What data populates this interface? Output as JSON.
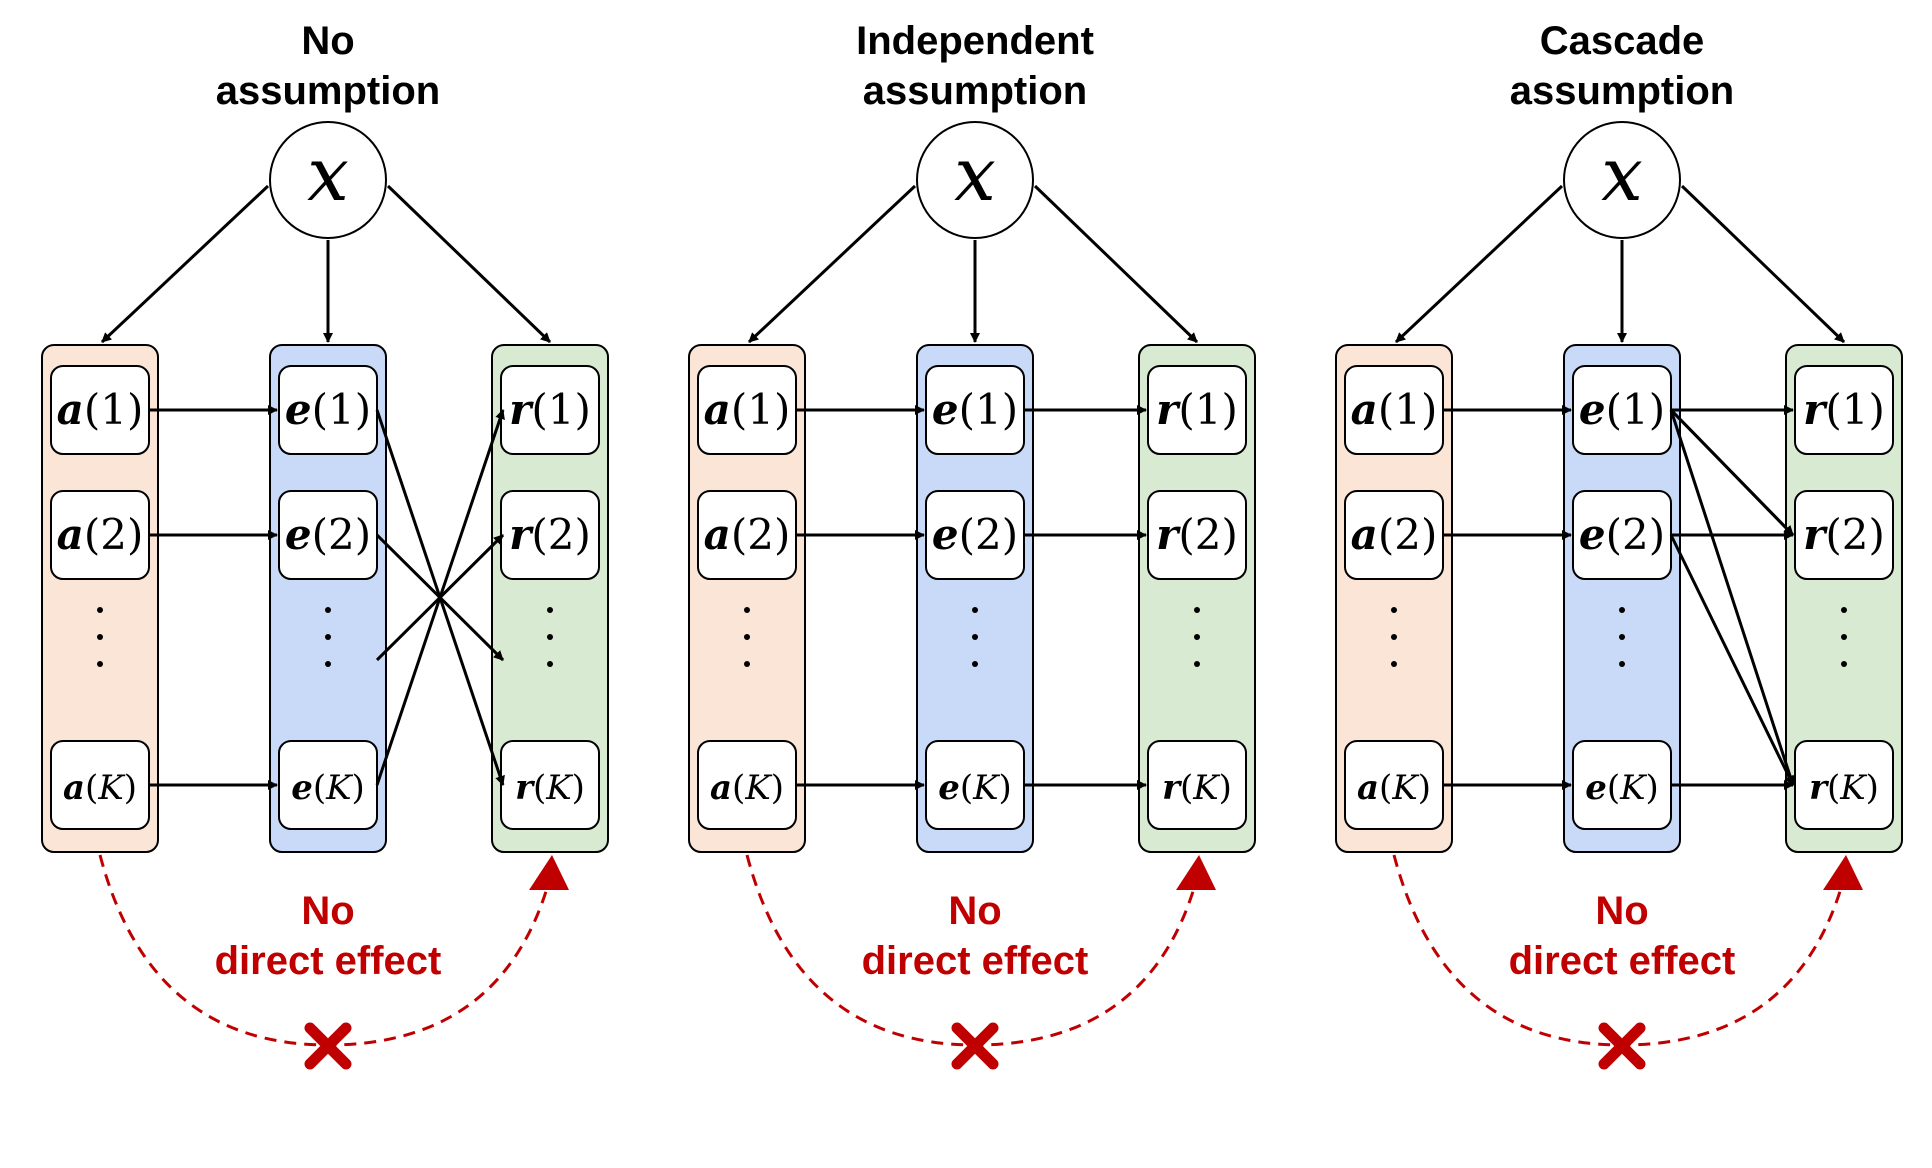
{
  "panels": [
    {
      "title_line1": "No",
      "title_line2": "assumption",
      "root": "x",
      "effect_line1": "No",
      "effect_line2": "direct effect",
      "extra_edges": "cross"
    },
    {
      "title_line1": "Independent",
      "title_line2": "assumption",
      "root": "x",
      "effect_line1": "No",
      "effect_line2": "direct effect",
      "extra_edges": "none"
    },
    {
      "title_line1": "Cascade",
      "title_line2": "assumption",
      "root": "x",
      "effect_line1": "No",
      "effect_line2": "direct effect",
      "extra_edges": "cascade"
    }
  ],
  "columns": [
    {
      "var": "a",
      "color": "#fbe5d6"
    },
    {
      "var": "e",
      "color": "#c9daf8"
    },
    {
      "var": "r",
      "color": "#d9ead3"
    }
  ],
  "node_indices": [
    "1",
    "2",
    "K"
  ],
  "colors": {
    "effect": "#c00000",
    "edge": "#000000"
  }
}
